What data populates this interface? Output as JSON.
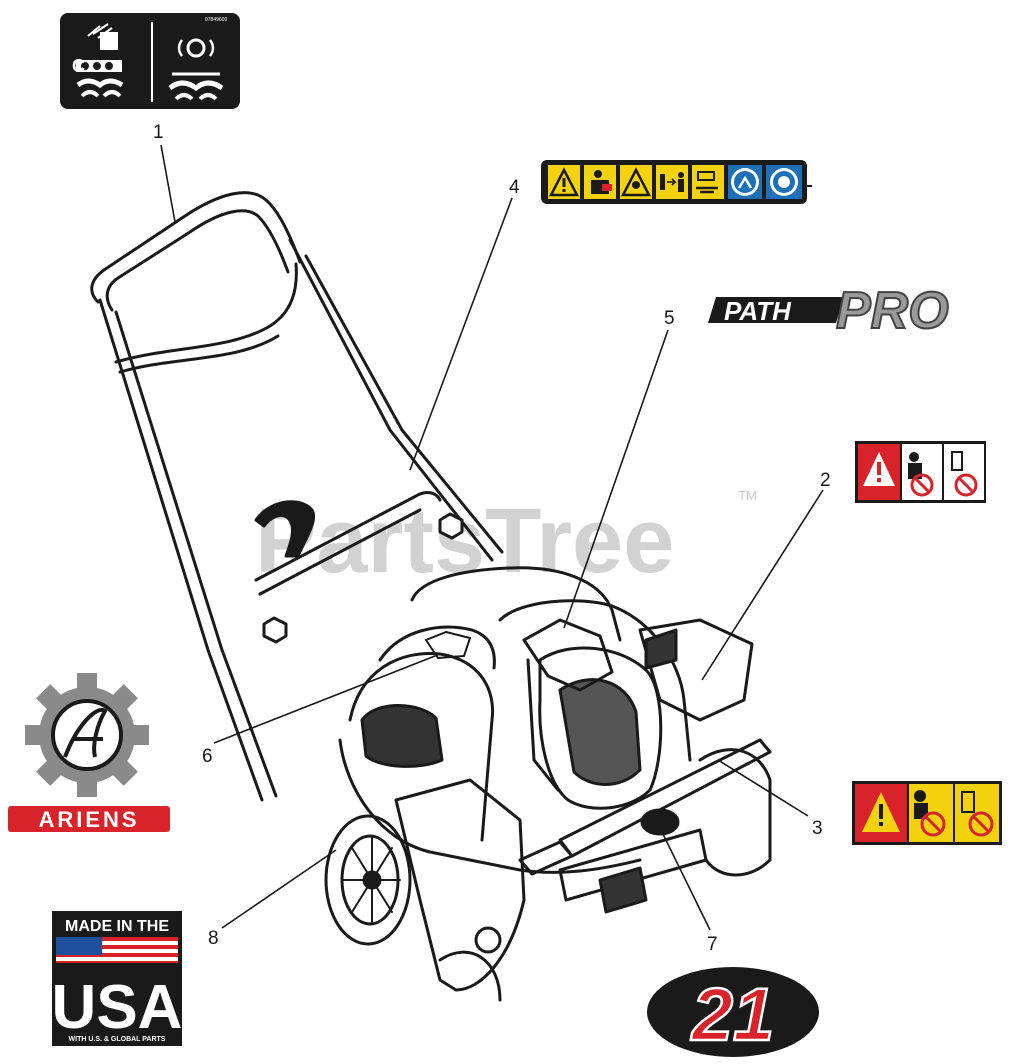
{
  "watermark": {
    "text": "PartsTree",
    "tm": "TM"
  },
  "callouts": [
    "1",
    "2",
    "3",
    "4",
    "5",
    "6",
    "7",
    "8"
  ],
  "decals": {
    "path_pro": {
      "part1": "PATH",
      "part2": "PRO"
    },
    "size_badge": "21",
    "ariens": "ARIENS",
    "usa": {
      "top": "MADE IN THE",
      "main": "USA",
      "bottom": "WITH U.S. & GLOBAL PARTS"
    },
    "control_label_code": "07849600"
  },
  "colors": {
    "ink": "#1a1a1a",
    "warning_yellow": "#f5d20e",
    "danger_red": "#d9232a",
    "gear_gray": "#8a8a8a",
    "blue": "#1d6fb8",
    "watermark": "#cfcfcf"
  },
  "icons": [
    "warning-triangle-icon",
    "rotating-auger-icon",
    "thrown-object-icon",
    "disengage-icon",
    "read-manual-icon",
    "eye-protection-icon",
    "hearing-protection-icon",
    "no-hands-icon",
    "no-feet-icon"
  ]
}
